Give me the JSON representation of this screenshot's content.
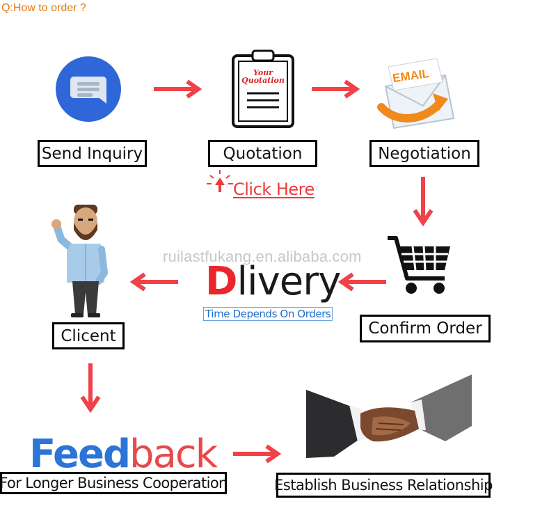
{
  "title": "Q:How to order ?",
  "steps": {
    "send_inquiry": "Send Inquiry",
    "quotation": "Quotation",
    "negotiation": "Negotiation",
    "confirm_order": "Confirm Order",
    "client": "Clicent",
    "establish": "Establish Business Relationship"
  },
  "quotation_icon": {
    "line1": "Your",
    "line2": "Quotation"
  },
  "email_icon_label": "EMAIL",
  "click_here": "Click Here",
  "watermark": "ruilastfukang.en.alibaba.com",
  "delivery": {
    "first_letter": "D",
    "rest": "livery",
    "note": "Time Depends On Orders"
  },
  "feedback": {
    "feed": "Feed",
    "back": "back",
    "note": "For Longer Business Cooperation"
  },
  "colors": {
    "arrow": "#ef4249",
    "title": "#e07b12",
    "message_icon_blue": "#2f67d9",
    "feed_blue": "#2c74d6",
    "back_red": "#e8494a",
    "email_orange": "#f08a1c"
  },
  "icons": [
    "message-icon",
    "clipboard-icon",
    "email-icon",
    "shopping-cart-icon",
    "cursor-click-icon",
    "man-waving-icon",
    "handshake-icon"
  ]
}
